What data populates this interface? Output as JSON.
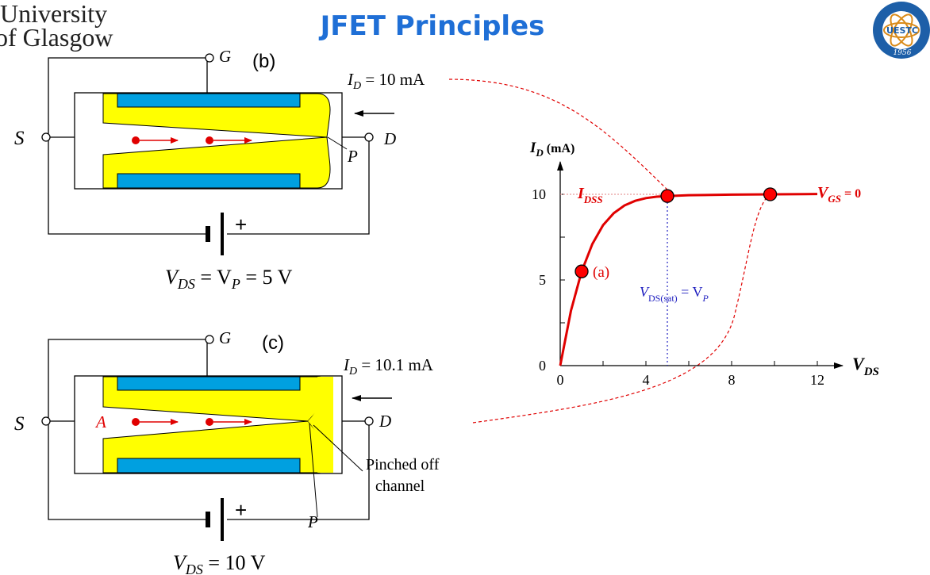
{
  "header": {
    "university_line1": "University",
    "university_line2": "of Glasgow",
    "title": "JFET Principles",
    "right_logo_text": "UESTC",
    "right_logo_year": "1956"
  },
  "diagram_b": {
    "panel_label": "(b)",
    "gate_label": "G",
    "source_label": "S",
    "drain_label": "D",
    "pinch_label": "P",
    "current_label_main": "I",
    "current_label_sub": "D",
    "current_label_value": " = 10 mA",
    "battery_plus": "+",
    "vds_caption_main": "V",
    "vds_caption_sub": "DS",
    "vds_caption_mid": " = V",
    "vds_caption_sub2": "P",
    "vds_caption_value": " = 5 V"
  },
  "diagram_c": {
    "panel_label": "(c)",
    "gate_label": "G",
    "source_label": "S",
    "drain_label": "D",
    "pinch_label": "P",
    "a_label": "A",
    "current_label_main": "I",
    "current_label_sub": "D",
    "current_label_value": " = 10.1 mA",
    "battery_plus": "+",
    "pinched_line1": "Pinched off",
    "pinched_line2": "channel",
    "vds_caption_main": "V",
    "vds_caption_sub": "DS",
    "vds_caption_value": " = 10 V"
  },
  "chart_data": {
    "type": "line",
    "ylabel_main": "I",
    "ylabel_sub": "D",
    "ylabel_unit": " (mA)",
    "xlabel_main": "V",
    "xlabel_sub": "DS",
    "xlim": [
      0,
      13
    ],
    "ylim": [
      0,
      11.5
    ],
    "xticks": [
      0,
      4,
      8,
      12
    ],
    "yticks": [
      0,
      5,
      10
    ],
    "series": [
      {
        "name": "V_GS = 0",
        "x": [
          0,
          0.5,
          1,
          1.5,
          2,
          2.5,
          3,
          3.5,
          4,
          4.5,
          5,
          6,
          8,
          10,
          12
        ],
        "y": [
          0,
          3.2,
          5.5,
          7.1,
          8.2,
          8.9,
          9.35,
          9.62,
          9.78,
          9.86,
          9.9,
          9.95,
          9.98,
          10.0,
          10.02
        ]
      }
    ],
    "points": [
      {
        "label": "(a)",
        "x": 1,
        "y": 5.5
      },
      {
        "label": "",
        "x": 5,
        "y": 9.9
      },
      {
        "label": "",
        "x": 9.8,
        "y": 10.0
      }
    ],
    "idss_main": "I",
    "idss_sub": "DSS",
    "vgs_main": "V",
    "vgs_sub": "GS",
    "vgs_value": " = 0",
    "vsat_main": "V",
    "vsat_sub": "DS(sat)",
    "vsat_mid": " = V",
    "vsat_sub2": "P",
    "vsat_x": 5,
    "idss_y": 10
  }
}
